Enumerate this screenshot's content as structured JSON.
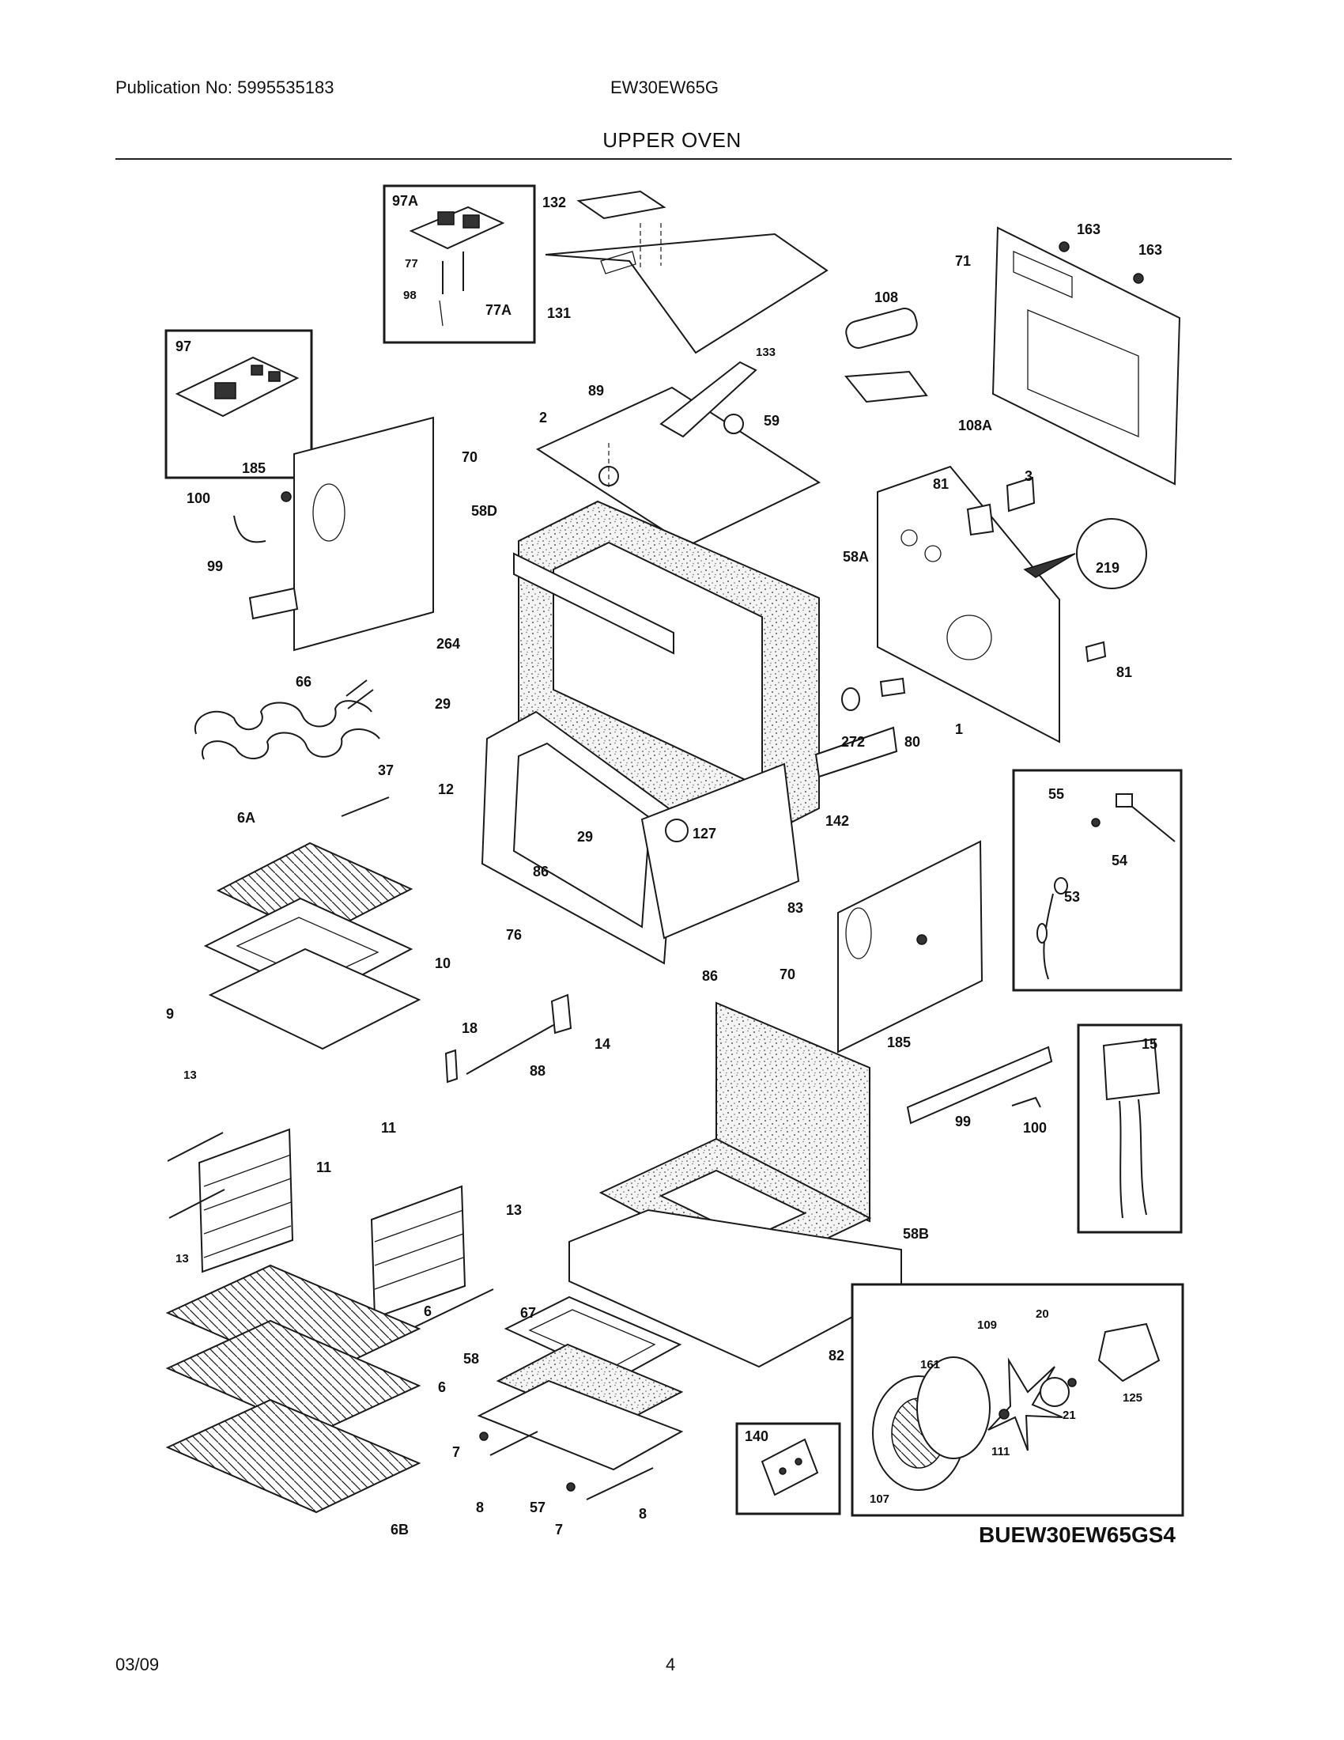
{
  "header": {
    "publication": "Publication No: 5995535183",
    "model": "EW30EW65G",
    "section_title": "UPPER OVEN"
  },
  "footer": {
    "date": "03/09",
    "page_number": "4"
  },
  "diagram_code": "BUEW30EW65GS4",
  "insets": {
    "control_board_a": "97A",
    "control_board": "97",
    "probe_group": "",
    "module": "",
    "bracket": "140",
    "fan_group": ""
  },
  "callouts": {
    "c97a": "97A",
    "c77": "77",
    "c98": "98",
    "c77a": "77A",
    "c97": "97",
    "c132": "132",
    "c131": "131",
    "c133": "133",
    "c89": "89",
    "c2": "2",
    "c59": "59",
    "c108": "108",
    "c108a": "108A",
    "c71": "71",
    "c163a": "163",
    "c163b": "163",
    "c185a": "185",
    "c100a": "100",
    "c99a": "99",
    "c70a": "70",
    "c58d": "58D",
    "c58a": "58A",
    "c264": "264",
    "c81a": "81",
    "c3": "3",
    "c219": "219",
    "c81b": "81",
    "c66": "66",
    "c29a": "29",
    "c12": "12",
    "c37": "37",
    "c272": "272",
    "c80": "80",
    "c1": "1",
    "c29b": "29",
    "c127": "127",
    "c86a": "86",
    "c142": "142",
    "c6a": "6A",
    "c10": "10",
    "c9": "9",
    "c76": "76",
    "c83": "83",
    "c86b": "86",
    "c55": "55",
    "c54": "54",
    "c53": "53",
    "c70b": "70",
    "c185b": "185",
    "c18": "18",
    "c14": "14",
    "c88": "88",
    "c15": "15",
    "c13a": "13",
    "c11a": "11",
    "c13b": "13",
    "c11b": "11",
    "c13c": "13",
    "c99b": "99",
    "c100b": "100",
    "c58b": "58B",
    "c6b": "6",
    "c6c": "6",
    "c67": "67",
    "c58": "58",
    "c82": "82",
    "c20": "20",
    "c109": "109",
    "c161": "161",
    "c125": "125",
    "c21": "21",
    "c111": "111",
    "c7a": "7",
    "c8a": "8",
    "c57": "57",
    "c7b": "7",
    "c8b": "8",
    "c140": "140",
    "c107": "107",
    "c6bb": "6B"
  }
}
